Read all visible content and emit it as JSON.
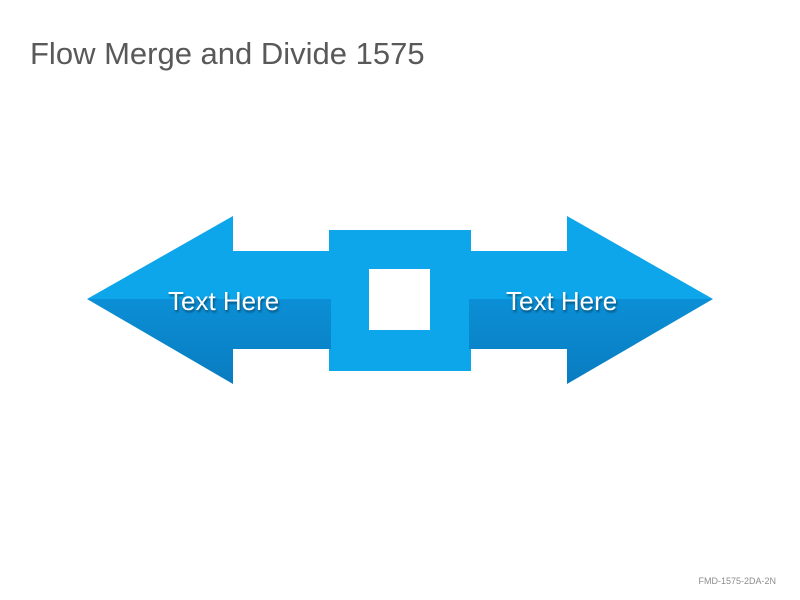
{
  "title": "Flow Merge and Divide 1575",
  "diagram": {
    "left_label": "Text Here",
    "right_label": "Text Here",
    "colors": {
      "arrow_light": "#0da6ea",
      "arrow_dark": "#0a7fc4",
      "center_box": "#0da6ea",
      "center_square": "#ffffff"
    }
  },
  "footer": {
    "code": "FMD-1575-2DA-2N"
  }
}
